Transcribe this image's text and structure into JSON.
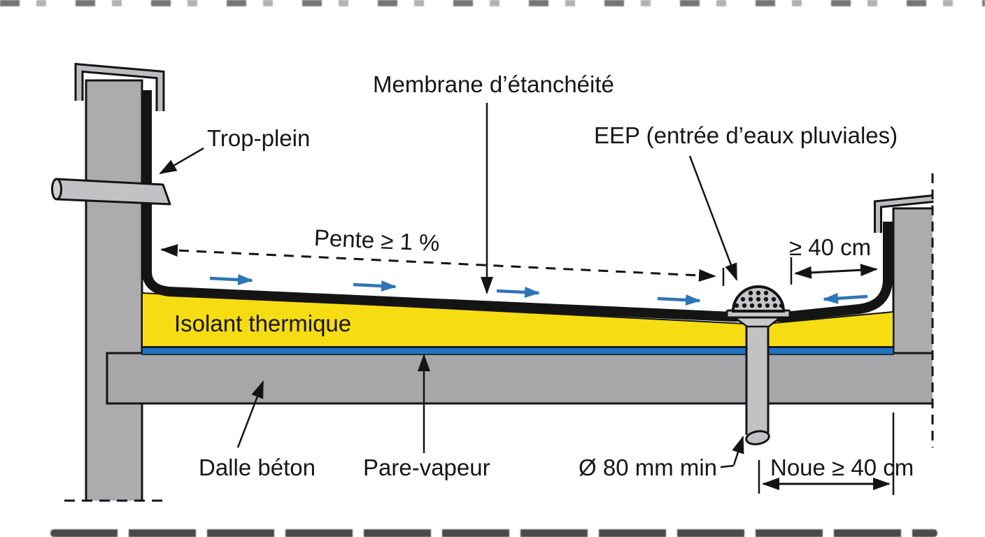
{
  "diagram": {
    "labels": {
      "membrane": "Membrane d’étanchéité",
      "eep": "EEP (entrée d’eaux pluviales)",
      "trop_plein": "Trop-plein",
      "pente": "Pente ≥ 1 %",
      "quarante_cm": "≥ 40 cm",
      "isolant": "Isolant thermique",
      "dalle": "Dalle béton",
      "pare_vapeur": "Pare-vapeur",
      "diametre": "Ø 80 mm min",
      "noue": "Noue ≥ 40 cm"
    }
  },
  "colors": {
    "insulation_yellow": "#F6DC12",
    "vapor_blue": "#2173C4",
    "flow_blue": "#2E75B6",
    "concrete_gray": "#ACACAE",
    "slab_gray": "#A7A7A9",
    "metal_gray": "#C2C2C4",
    "ink_black": "#141414"
  }
}
